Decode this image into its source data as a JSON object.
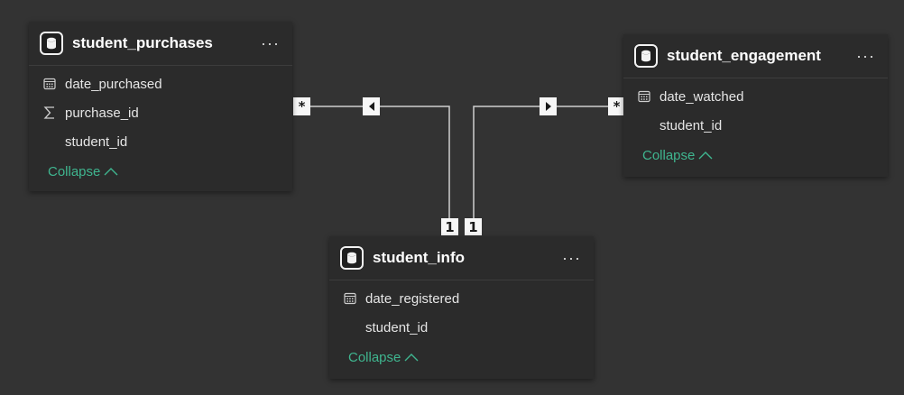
{
  "tables": [
    {
      "title": "student_purchases",
      "fields": [
        {
          "label": "date_purchased",
          "icon": "calendar-icon"
        },
        {
          "label": "purchase_id",
          "icon": "sigma-icon"
        },
        {
          "label": "student_id",
          "icon": ""
        }
      ],
      "collapse_label": "Collapse",
      "more_label": "···"
    },
    {
      "title": "student_engagement",
      "fields": [
        {
          "label": "date_watched",
          "icon": "calendar-icon"
        },
        {
          "label": "student_id",
          "icon": ""
        }
      ],
      "collapse_label": "Collapse",
      "more_label": "···"
    },
    {
      "title": "student_info",
      "fields": [
        {
          "label": "date_registered",
          "icon": "calendar-icon"
        },
        {
          "label": "student_id",
          "icon": ""
        }
      ],
      "collapse_label": "Collapse",
      "more_label": "···"
    }
  ],
  "relationships": [
    {
      "from": "student_purchases",
      "to": "student_info",
      "from_cardinality": "*",
      "to_cardinality": "1",
      "direction": "left"
    },
    {
      "from": "student_engagement",
      "to": "student_info",
      "from_cardinality": "*",
      "to_cardinality": "1",
      "direction": "right"
    }
  ],
  "colors": {
    "background": "#333333",
    "card": "#2b2b2b",
    "accent": "#3fb58f",
    "line": "#d0d0d0"
  }
}
